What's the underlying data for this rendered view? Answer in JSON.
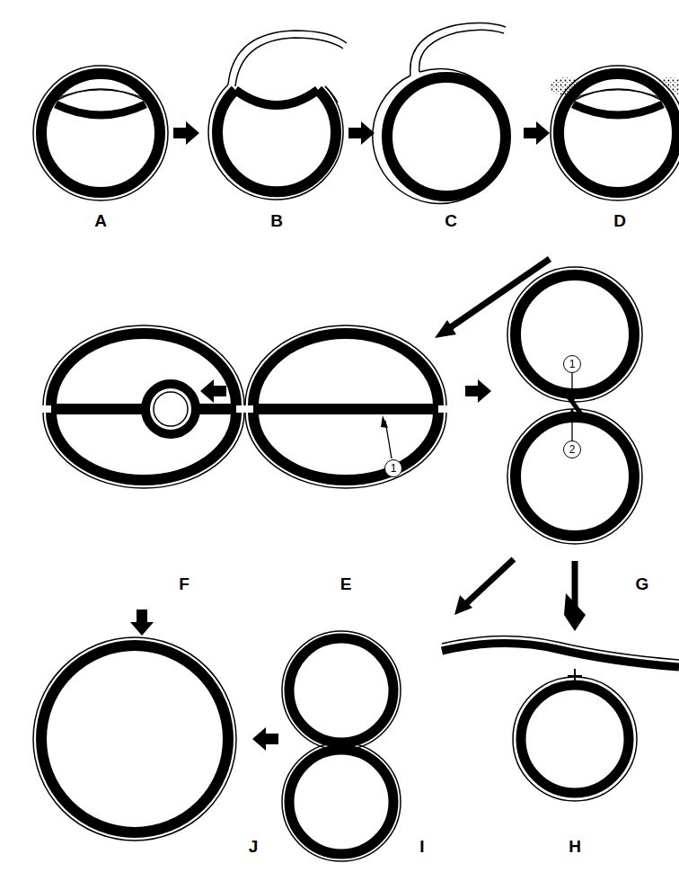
{
  "diagram": {
    "labels": [
      "A",
      "B",
      "C",
      "D",
      "E",
      "1",
      "F",
      "G",
      "1",
      "2",
      "H",
      "I",
      "J"
    ]
  }
}
